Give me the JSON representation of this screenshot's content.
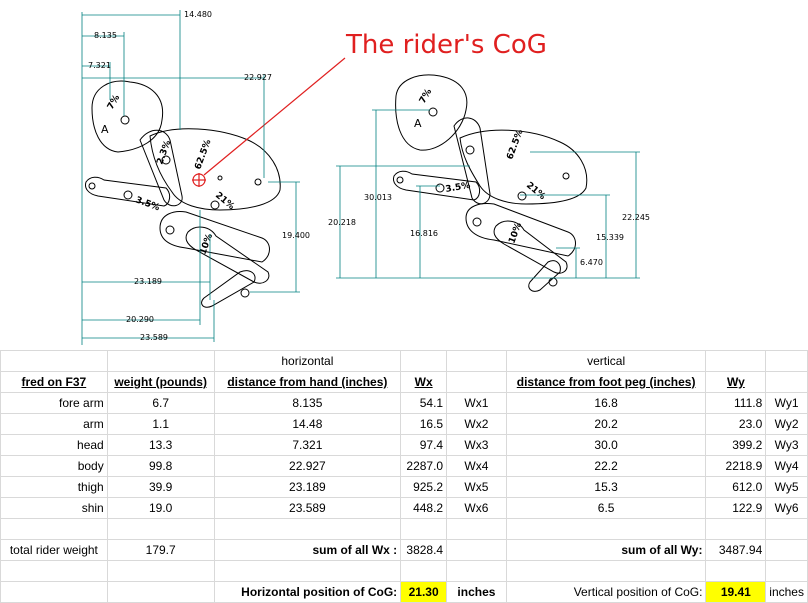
{
  "callout": "The rider's CoG",
  "left_view": {
    "dims": [
      "14.480",
      "8.135",
      "7.321",
      "22.927",
      "19.400",
      "23.189",
      "20.290",
      "23.589"
    ],
    "labels": [
      "7%",
      "A",
      "62.5%",
      "2.3%",
      "3.5%",
      "21%",
      "10%"
    ]
  },
  "right_view": {
    "dims": [
      "30.013",
      "20.218",
      "16.816",
      "22.245",
      "15.339",
      "6.470"
    ],
    "labels": [
      "7%",
      "A",
      "62.5%",
      "3.5%",
      "21%",
      "10%"
    ]
  },
  "table": {
    "header1": {
      "horizontal": "horizontal",
      "vertical": "vertical"
    },
    "header2": {
      "name": "fred on F37",
      "weight": "weight (pounds)",
      "dist_hand": "distance from hand (inches)",
      "wx": "Wx",
      "dist_foot": "distance from foot peg (inches)",
      "wy": "Wy"
    },
    "rows": [
      {
        "part": "fore arm",
        "weight": "6.7",
        "dh": "8.135",
        "wx": "54.1",
        "wxl": "Wx1",
        "df": "16.8",
        "wy": "111.8",
        "wyl": "Wy1"
      },
      {
        "part": "arm",
        "weight": "1.1",
        "dh": "14.48",
        "wx": "16.5",
        "wxl": "Wx2",
        "df": "20.2",
        "wy": "23.0",
        "wyl": "Wy2"
      },
      {
        "part": "head",
        "weight": "13.3",
        "dh": "7.321",
        "wx": "97.4",
        "wxl": "Wx3",
        "df": "30.0",
        "wy": "399.2",
        "wyl": "Wy3"
      },
      {
        "part": "body",
        "weight": "99.8",
        "dh": "22.927",
        "wx": "2287.0",
        "wxl": "Wx4",
        "df": "22.2",
        "wy": "2218.9",
        "wyl": "Wy4"
      },
      {
        "part": "thigh",
        "weight": "39.9",
        "dh": "23.189",
        "wx": "925.2",
        "wxl": "Wx5",
        "df": "15.3",
        "wy": "612.0",
        "wyl": "Wy5"
      },
      {
        "part": "shin",
        "weight": "19.0",
        "dh": "23.589",
        "wx": "448.2",
        "wxl": "Wx6",
        "df": "6.5",
        "wy": "122.9",
        "wyl": "Wy6"
      }
    ],
    "totals": {
      "label": "total rider weight",
      "weight": "179.7",
      "sum_wx_label": "sum of all Wx :",
      "sum_wx": "3828.4",
      "sum_wy_label": "sum of all Wy:",
      "sum_wy": "3487.94"
    },
    "result": {
      "h_label": "Horizontal position of CoG:",
      "h_value": "21.30",
      "h_unit": "inches",
      "v_label": "Vertical position of CoG:",
      "v_value": "19.41",
      "v_unit": "inches"
    }
  },
  "colors": {
    "dimension": "#008080",
    "callout": "#e02020",
    "highlight": "#ffff00"
  }
}
